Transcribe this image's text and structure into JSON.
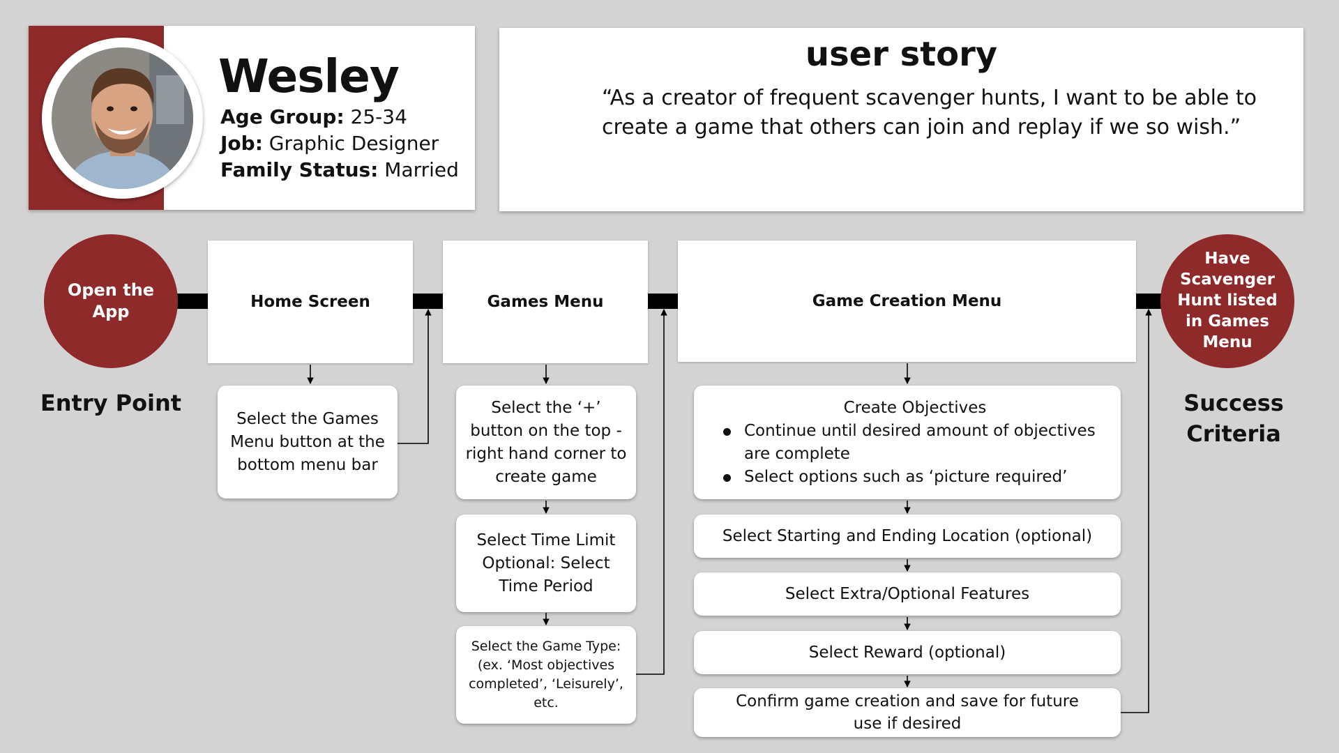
{
  "persona": {
    "name": "Wesley",
    "age_label": "Age Group:",
    "age_value": " 25-34",
    "job_label": "Job:",
    "job_value": " Graphic Designer",
    "family_label": "Family Status:",
    "family_value": " Married"
  },
  "story": {
    "title": "user story",
    "quote": "“As a creator of frequent scavenger hunts, I want to be able to create a game that others can join and replay if we so wish.”"
  },
  "entry": {
    "circle_line1": "Open the",
    "circle_line2": "App",
    "caption": "Entry Point"
  },
  "success": {
    "circle_lines": [
      "Have",
      "Scavenger",
      "Hunt listed",
      "in Games",
      "Menu"
    ],
    "caption_line1": "Success",
    "caption_line2": "Criteria"
  },
  "stages": [
    {
      "title": "Home Screen",
      "steps": [
        "Select the Games Menu button at the bottom menu bar"
      ]
    },
    {
      "title": "Games Menu",
      "steps": [
        "Select the ‘+’ button on the top -right hand corner to create game",
        "Select Time Limit Optional: Select Time Period",
        "Select the Game Type: (ex. ‘Most objectives completed’, ‘Leisurely’, etc."
      ]
    },
    {
      "title": "Game Creation Menu",
      "objectives": {
        "title": "Create Objectives",
        "bullets": [
          "Continue until desired amount of objectives are complete",
          "Select options such as ‘picture required’"
        ]
      },
      "steps": [
        "Select Starting and Ending Location (optional)",
        "Select Extra/Optional Features",
        "Select Reward (optional)",
        "Confirm game creation and save for future use if desired"
      ]
    }
  ],
  "colors": {
    "accent": "#8e2a2a",
    "background": "#d4d3d4"
  }
}
